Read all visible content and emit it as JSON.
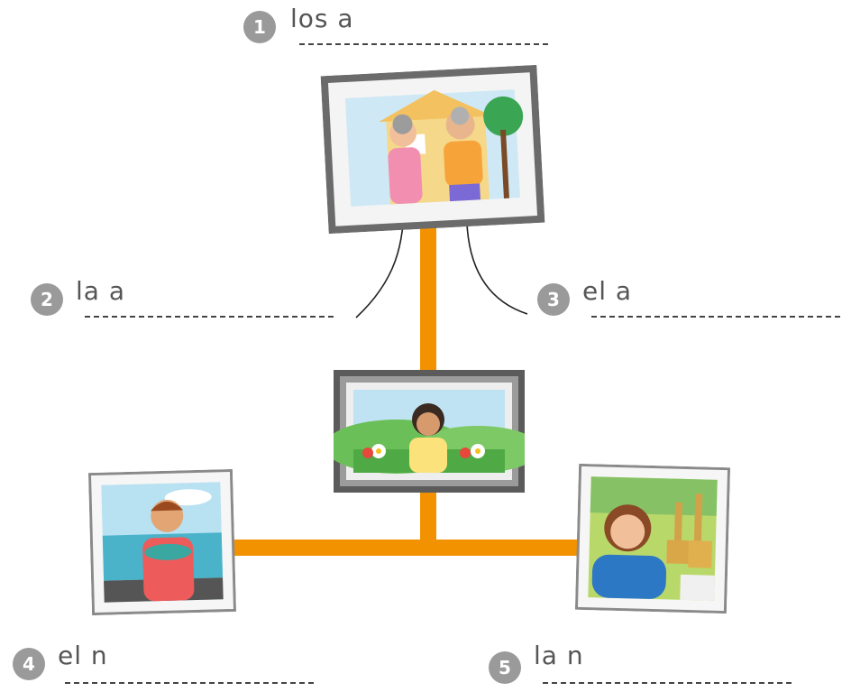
{
  "items": [
    {
      "number": "1",
      "text": "los a"
    },
    {
      "number": "2",
      "text": "la a"
    },
    {
      "number": "3",
      "text": "el a"
    },
    {
      "number": "4",
      "text": "el n"
    },
    {
      "number": "5",
      "text": "la n"
    }
  ],
  "colors": {
    "connector": "#f39200",
    "badge": "#9a9a9a",
    "frame_dark": "#666666"
  },
  "photos": {
    "grandparents": "grandparents-photo",
    "girl": "girl-with-glasses-photo",
    "boy": "boy-fishing-photo",
    "girl_zoo": "girl-with-giraffes-photo"
  }
}
